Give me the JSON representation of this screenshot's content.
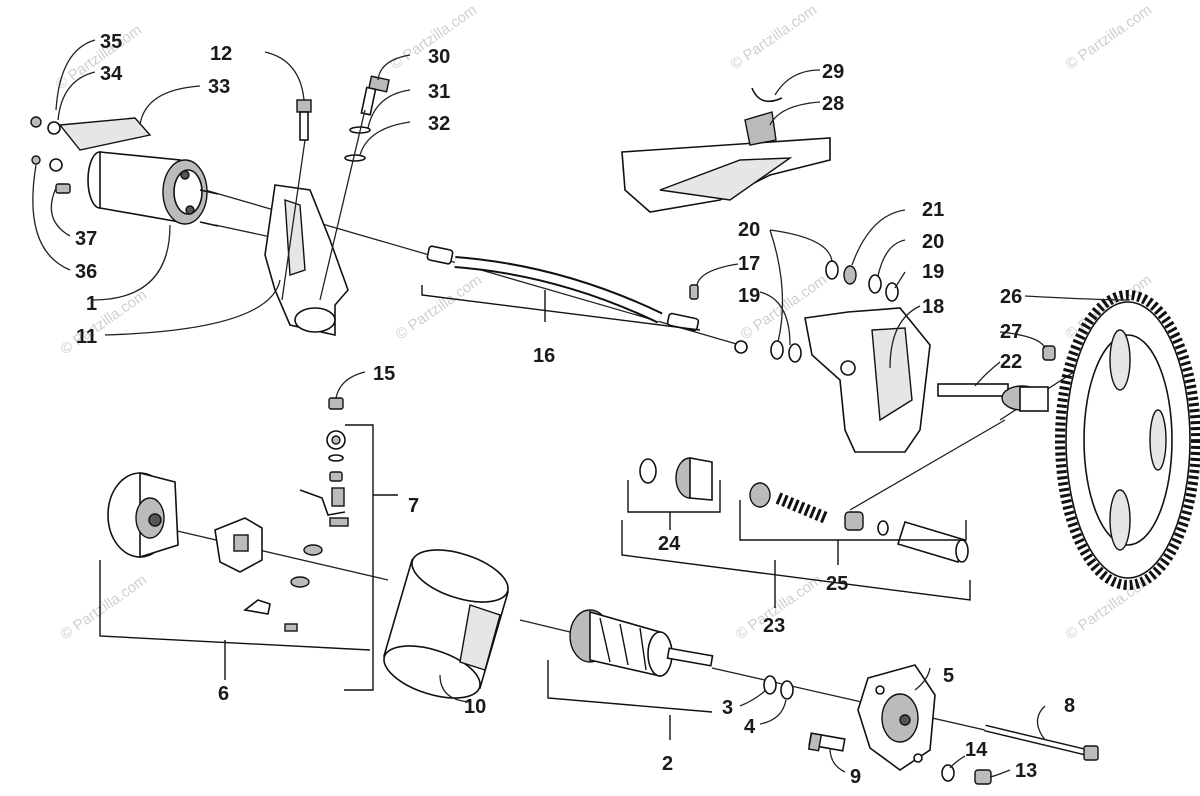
{
  "watermark": "© Partzilla.com",
  "callouts": {
    "c1": "1",
    "c2": "2",
    "c3": "3",
    "c4": "4",
    "c5": "5",
    "c6": "6",
    "c7": "7",
    "c8": "8",
    "c9": "9",
    "c10": "10",
    "c11": "11",
    "c12": "12",
    "c13": "13",
    "c14": "14",
    "c15": "15",
    "c16": "16",
    "c17": "17",
    "c18": "18",
    "c19a": "19",
    "c19b": "19",
    "c20a": "20",
    "c20b": "20",
    "c21": "21",
    "c22": "22",
    "c23": "23",
    "c24": "24",
    "c25": "25",
    "c26": "26",
    "c27": "27",
    "c28": "28",
    "c29": "29",
    "c30": "30",
    "c31": "31",
    "c32": "32",
    "c33": "33",
    "c34": "34",
    "c35": "35",
    "c36": "36",
    "c37": "37"
  }
}
